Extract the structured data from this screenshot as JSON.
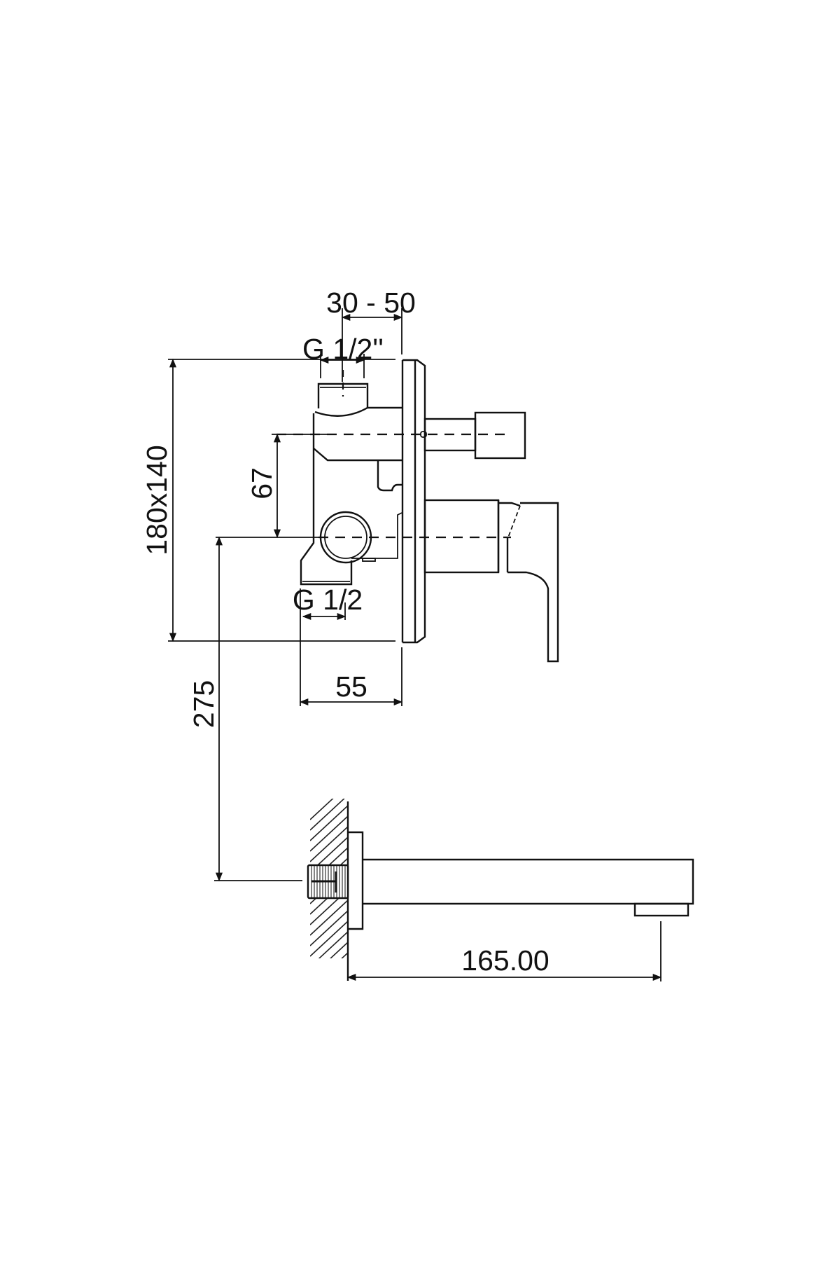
{
  "drawing": {
    "title": "Concealed bath/shower mixer with spout - technical dimensions",
    "line_color": "#111111",
    "background": "#ffffff",
    "units": "mm"
  },
  "dimensions": {
    "wall_depth_range": "30 - 50",
    "inlet_thread_top": "G 1/2''",
    "plate_size": "180x140",
    "axis_spacing": "67",
    "outlet_thread_bottom": "G 1/2",
    "body_depth": "55",
    "spout_height_below": "275",
    "spout_projection": "165.00"
  },
  "parts": {
    "mixer": [
      "inlet-connection",
      "valve-body",
      "cover-plate",
      "diverter-knob",
      "cartridge-housing",
      "lever-handle",
      "outlet-connection"
    ],
    "spout": [
      "wall-section",
      "threaded-connector",
      "wall-flange",
      "spout-body",
      "aerator"
    ]
  }
}
